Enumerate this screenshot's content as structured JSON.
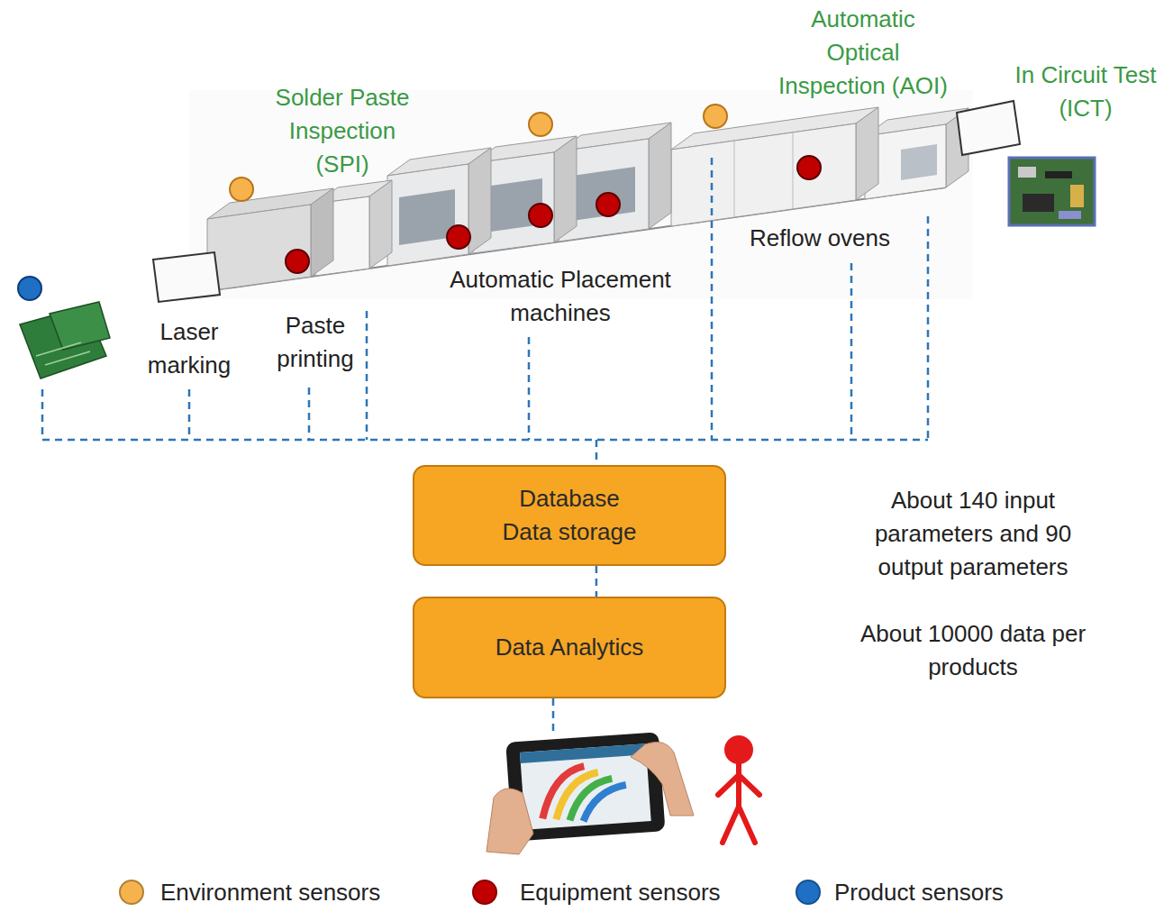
{
  "diagram": {
    "nodes": [
      {
        "text": [
          "Database Data storage"
        ]
      },
      {
        "text": [
          "Data Analytics"
        ]
      }
    ],
    "edges": [
      {
        "from": 0,
        "to": 1,
        "arrow": "none"
      }
    ],
    "labels": [
      "Automatic Optical Inspection (AOI)",
      "In Circuit Test (ICT)",
      "Solder Paste Inspection (SPI)",
      "Reflow ovens",
      "Automatic Placement machines",
      "Laser marking",
      "Paste printing",
      "About 140 input parameters and 90 output parameters",
      "About 10000 data per products"
    ],
    "legend": [
      {
        "text": "Environment sensors",
        "color": "#f6b24c"
      },
      {
        "text": "Equipment sensors",
        "color": "#c00000"
      },
      {
        "text": "Product sensors",
        "color": "#1f6fc5"
      }
    ]
  }
}
